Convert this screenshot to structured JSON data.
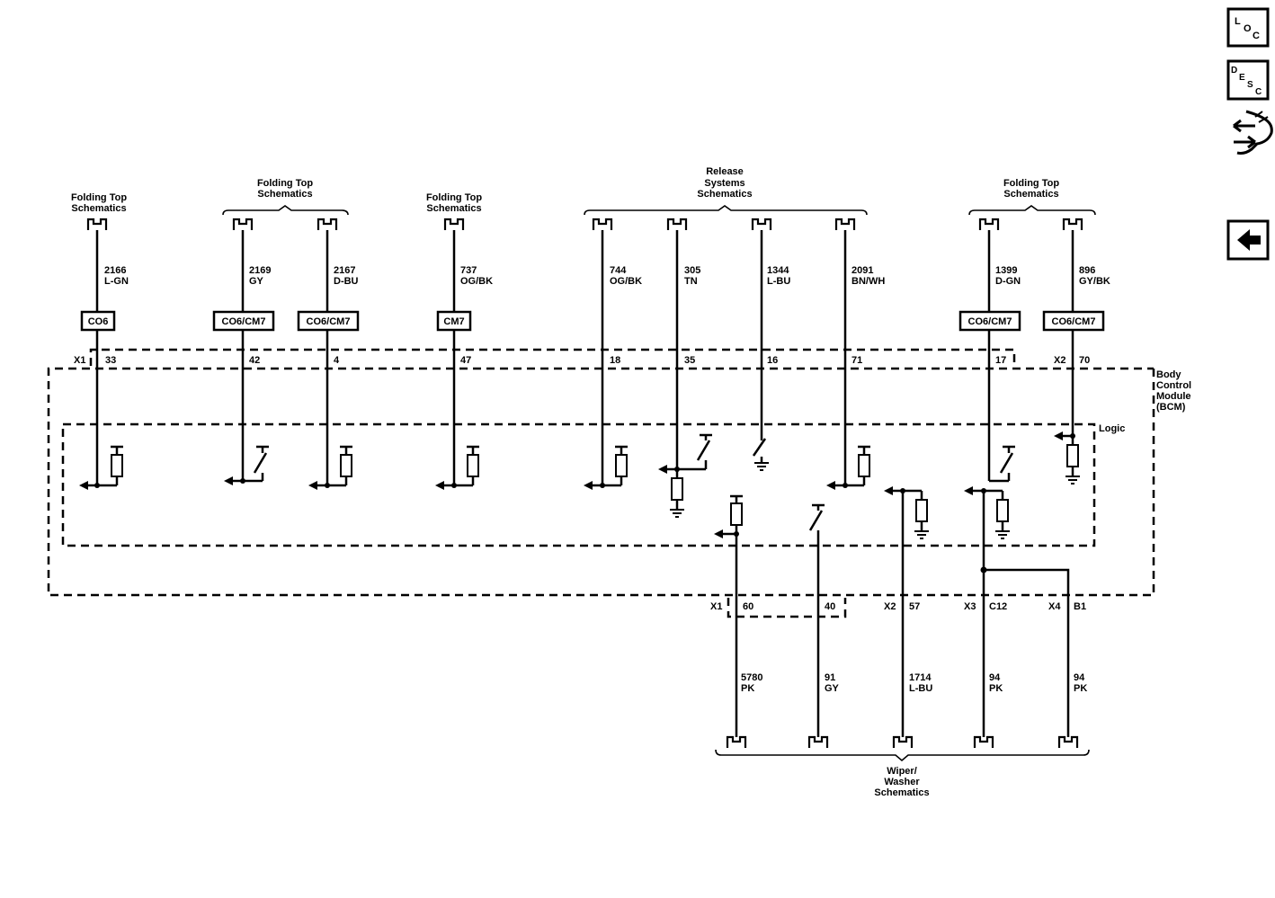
{
  "module": {
    "name_lines": [
      "Body",
      "Control",
      "Module",
      "(BCM)"
    ],
    "logic_label": "Logic"
  },
  "groups": {
    "g1": [
      "Folding Top",
      "Schematics"
    ],
    "g2": [
      "Folding Top",
      "Schematics"
    ],
    "g3": [
      "Folding Top",
      "Schematics"
    ],
    "g4": [
      "Release",
      "Systems",
      "Schematics"
    ],
    "g5": [
      "Folding Top",
      "Schematics"
    ],
    "g6": [
      "Wiper/",
      "Washer",
      "Schematics"
    ]
  },
  "connectors": {
    "top_left": "X1",
    "top_right": "X2",
    "bottom_1": "X1",
    "bottom_2": "X2",
    "bottom_3": "X3",
    "bottom_4": "X4"
  },
  "top_circuits": [
    {
      "circuit": "2166",
      "color": "L-GN",
      "rpo": "CO6",
      "pin": "33"
    },
    {
      "circuit": "2169",
      "color": "GY",
      "rpo": "CO6/CM7",
      "pin": "42"
    },
    {
      "circuit": "2167",
      "color": "D-BU",
      "rpo": "CO6/CM7",
      "pin": "4"
    },
    {
      "circuit": "737",
      "color": "OG/BK",
      "rpo": "CM7",
      "pin": "47"
    },
    {
      "circuit": "744",
      "color": "OG/BK",
      "rpo": "",
      "pin": "18"
    },
    {
      "circuit": "305",
      "color": "TN",
      "rpo": "",
      "pin": "35"
    },
    {
      "circuit": "1344",
      "color": "L-BU",
      "rpo": "",
      "pin": "16"
    },
    {
      "circuit": "2091",
      "color": "BN/WH",
      "rpo": "",
      "pin": "71"
    },
    {
      "circuit": "1399",
      "color": "D-GN",
      "rpo": "CO6/CM7",
      "pin": "17"
    },
    {
      "circuit": "896",
      "color": "GY/BK",
      "rpo": "CO6/CM7",
      "pin": "70"
    }
  ],
  "bottom_circuits": [
    {
      "circuit": "5780",
      "color": "PK",
      "pin": "60"
    },
    {
      "circuit": "91",
      "color": "GY",
      "pin": "40"
    },
    {
      "circuit": "1714",
      "color": "L-BU",
      "pin": "57"
    },
    {
      "circuit": "94",
      "color": "PK",
      "pin": "C12"
    },
    {
      "circuit": "94",
      "color": "PK",
      "pin": "B1"
    }
  ],
  "nav": {
    "loc": [
      "L",
      "O",
      "C"
    ],
    "desc": [
      "D",
      "E",
      "S",
      "C"
    ]
  }
}
